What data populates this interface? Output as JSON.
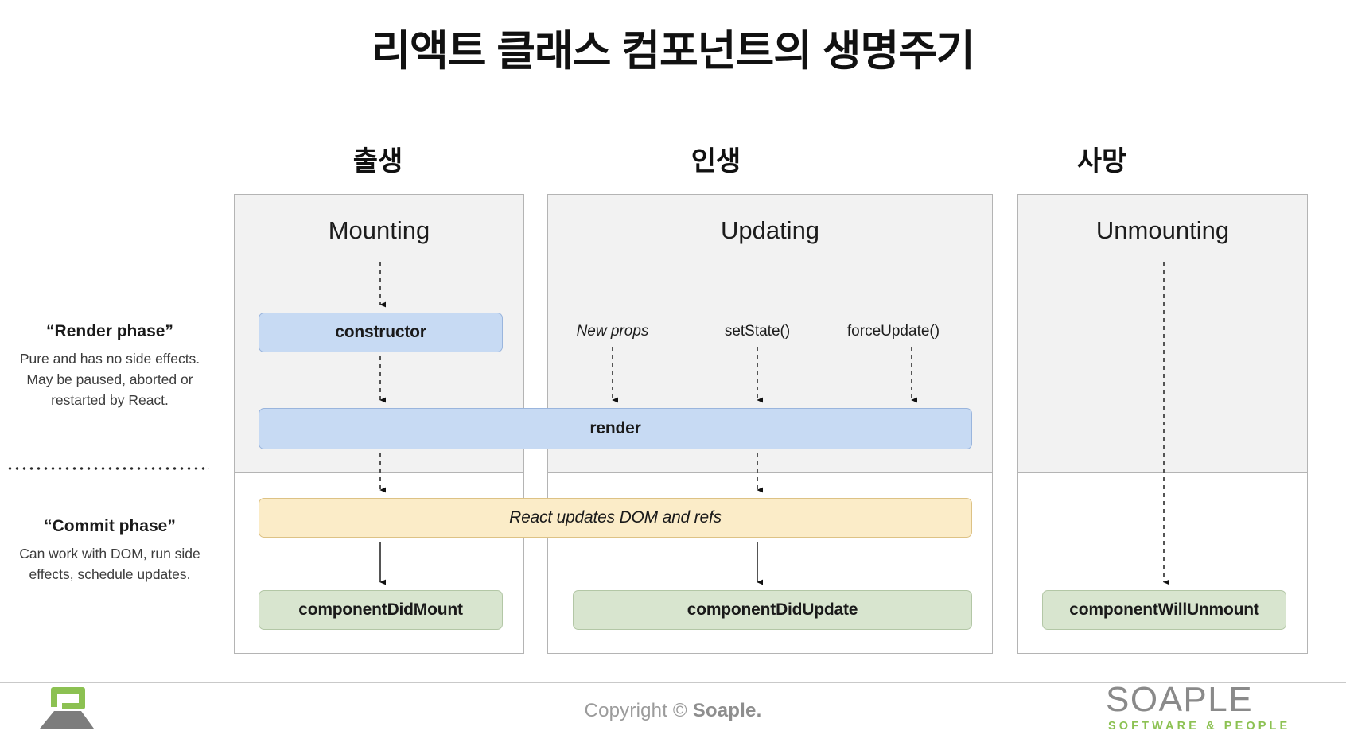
{
  "title": "리액트 클래스 컴포넌트의 생명주기",
  "stage_headers": [
    {
      "label": "출생"
    },
    {
      "label": "인생"
    },
    {
      "label": "사망"
    }
  ],
  "phase_notes": [
    {
      "name": "render-phase",
      "title": "“Render phase”",
      "body": "Pure and has no side effects. May be paused, aborted or restarted by React."
    },
    {
      "name": "commit-phase",
      "title": "“Commit phase”",
      "body": "Can work with DOM, run side effects, schedule updates."
    }
  ],
  "panels": [
    {
      "name": "mounting",
      "title": "Mounting"
    },
    {
      "name": "updating",
      "title": "Updating"
    },
    {
      "name": "unmounting",
      "title": "Unmounting"
    }
  ],
  "triggers": [
    {
      "label": "New props",
      "italic": true
    },
    {
      "label": "setState()",
      "italic": false
    },
    {
      "label": "forceUpdate()",
      "italic": false
    }
  ],
  "lifecycle_boxes": [
    {
      "name": "constructor",
      "label": "constructor",
      "color": "#c7daf3",
      "border": "#9ab5dd",
      "phase": "render"
    },
    {
      "name": "render",
      "label": "render",
      "color": "#c7daf3",
      "border": "#9ab5dd",
      "phase": "render"
    },
    {
      "name": "react-updates-dom",
      "label": "React updates DOM and refs",
      "color": "#fbecc8",
      "border": "#ddc285",
      "phase": "commit"
    },
    {
      "name": "component-did-mount",
      "label": "componentDidMount",
      "color": "#d8e5cf",
      "border": "#b3c7a6",
      "phase": "commit"
    },
    {
      "name": "component-did-update",
      "label": "componentDidUpdate",
      "color": "#d8e5cf",
      "border": "#b3c7a6",
      "phase": "commit"
    },
    {
      "name": "component-will-unmount",
      "label": "componentWillUnmount",
      "color": "#d8e5cf",
      "border": "#b3c7a6",
      "phase": "commit"
    }
  ],
  "footer": {
    "copyright_prefix": "Copyright © ",
    "copyright_brand": "Soaple.",
    "wordmark_main": "SOAPLE",
    "wordmark_sub": "SOFTWARE & PEOPLE",
    "logo_green": "#8cc152",
    "logo_gray": "#7d7d7d"
  }
}
